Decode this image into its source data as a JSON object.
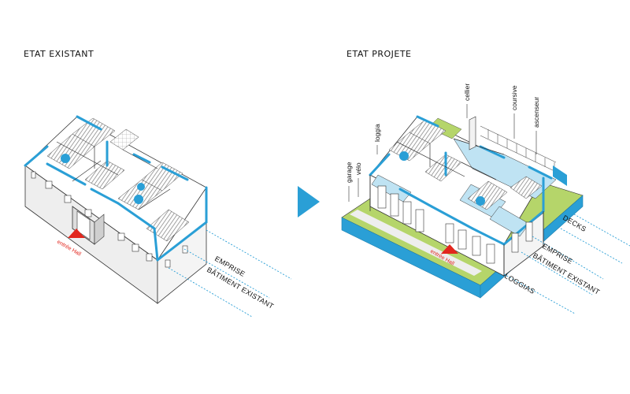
{
  "left_panel": {
    "title": "ETAT EXISTANT",
    "entrance_label": "entrée Hall",
    "footprint_label_line1": "EMPRISE",
    "footprint_label_line2": "BÂTIMENT EXISTANT"
  },
  "right_panel": {
    "title": "ETAT PROJETE",
    "entrance_label": "entrée Hall",
    "vertical_labels": [
      "garage",
      "vélo",
      "loggia",
      "cellier",
      "coursive",
      "ascenseur"
    ],
    "decks_label": "DECKS",
    "footprint_label_line1": "EMPRISE",
    "footprint_label_line2": "BÂTIMENT EXISTANT",
    "loggias_label": "LOGGIAS"
  },
  "colors": {
    "accent_blue": "#2a9fd6",
    "light_blue": "#bfe3f3",
    "grass_green": "#b5d56a",
    "arrow_red": "#e2261d",
    "hatch_grey": "#8a8a8a"
  }
}
